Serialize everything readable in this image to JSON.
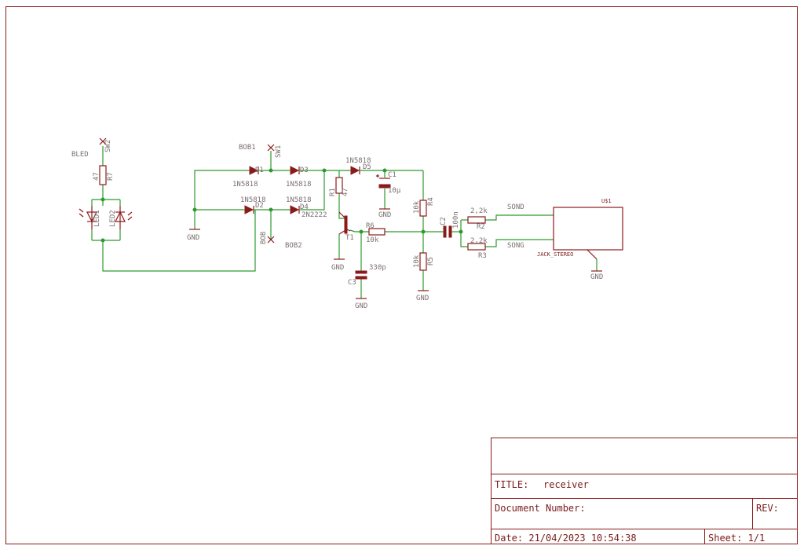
{
  "labels": {
    "bled": "BLED",
    "sw2": "SW2",
    "r7_value": "47",
    "r7": "R7",
    "led1": "LED1",
    "led2": "LED2",
    "gnd": "GND",
    "bob1": "BOB1",
    "sw1": "SW1",
    "bob": "BOB",
    "bob2": "BOB2",
    "d1": "D1",
    "d2": "D2",
    "d3": "D3",
    "d4": "D4",
    "d5": "D5",
    "diode_part": "1N5818",
    "r1": "R1",
    "r1_value": "47",
    "c1": "C1",
    "c1_value": "10µ",
    "transistor": "2N2222",
    "t1": "T1",
    "r6": "R6",
    "r6_value": "10k",
    "c3": "C3",
    "c3_value": "330p",
    "r4": "R4",
    "r4_value": "10k",
    "r5": "R5",
    "r5_value": "10k",
    "c2": "C2",
    "c2_value": "100n",
    "r2": "R2",
    "r2_value": "2,2k",
    "r3": "R3",
    "r3_value": "2,2k",
    "sond": "SOND",
    "song": "SONG",
    "u1": "U$1",
    "jack": "JACK_STEREO"
  },
  "title_block": {
    "title_label": "TITLE:",
    "title_value": "receiver",
    "doc_number_label": "Document Number:",
    "rev_label": "REV:",
    "date_text": "Date: 21/04/2023 10:54:38",
    "sheet_text": "Sheet: 1/1"
  },
  "colors": {
    "frame": "#8b1a1a",
    "wire": "#2e9a2e",
    "label": "#7a6f6f"
  }
}
